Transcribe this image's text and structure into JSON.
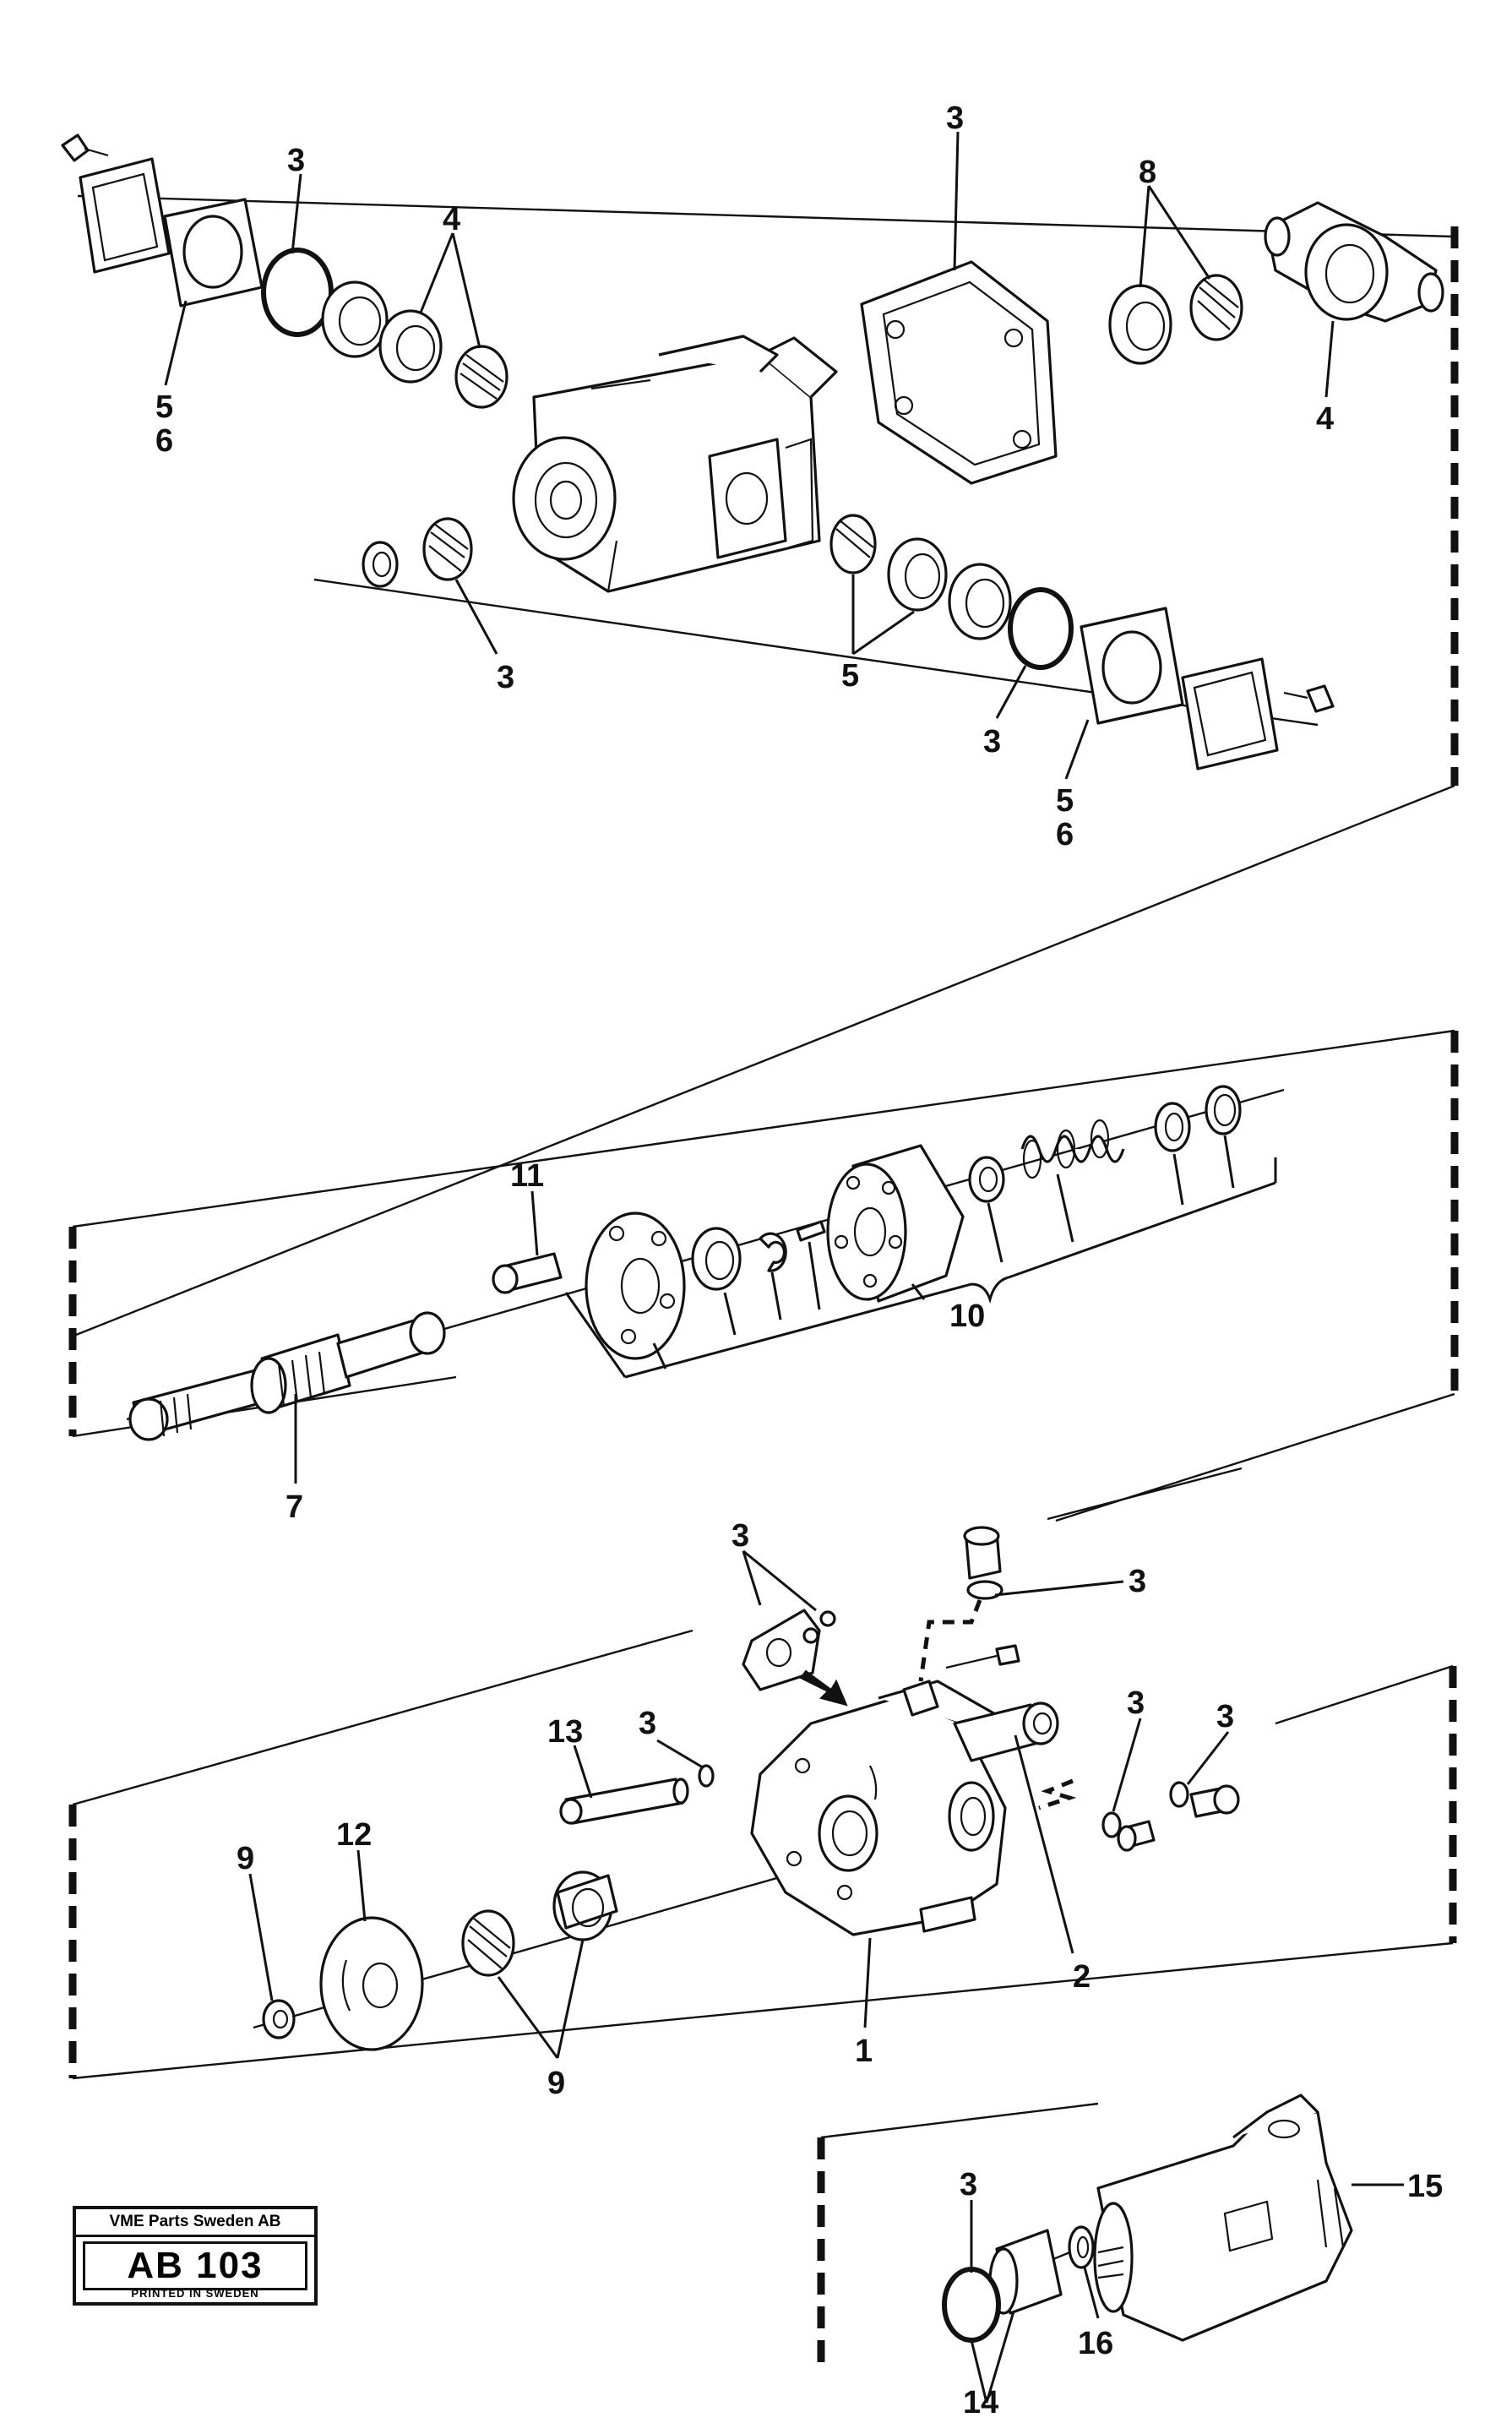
{
  "stamp": {
    "company": "VME Parts Sweden AB",
    "code": "AB 103",
    "printed": "PRINTED IN SWEDEN"
  },
  "callouts": {
    "top_3_a": "3",
    "top_4_a": "4",
    "top_5_a": "5",
    "top_6_a": "6",
    "top_3_b": "3",
    "top_3_c": "3",
    "top_8": "8",
    "top_4_b": "4",
    "top_5_b": "5",
    "top_3_d": "3",
    "top_5_c": "5",
    "top_6_c": "6",
    "mid_11": "11",
    "mid_10": "10",
    "mid_7": "7",
    "low_3_a": "3",
    "low_3_b": "3",
    "low_13": "13",
    "low_3_c": "3",
    "low_3_d": "3",
    "low_3_e": "3",
    "low_9_a": "9",
    "low_12": "12",
    "low_2": "2",
    "low_1": "1",
    "low_9_b": "9",
    "bot_3": "3",
    "bot_15": "15",
    "bot_16": "16",
    "bot_14": "14"
  }
}
